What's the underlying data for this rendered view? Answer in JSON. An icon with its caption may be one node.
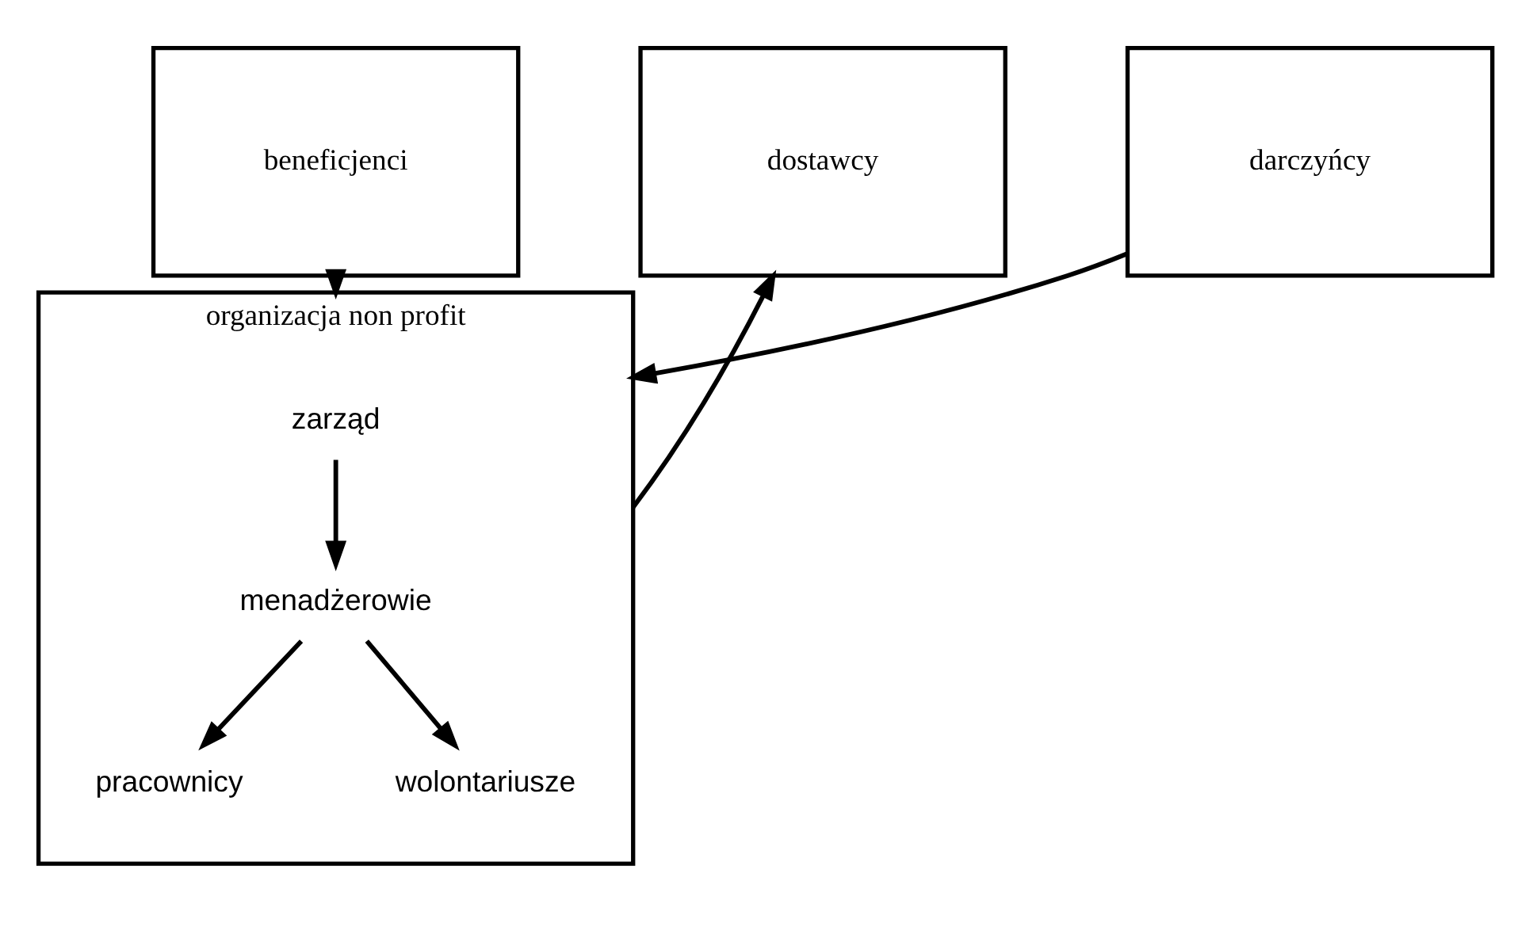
{
  "diagram": {
    "nodes": [
      {
        "text": [
          "beneficjenci"
        ]
      },
      {
        "text": [
          "darczyńcy"
        ]
      },
      {
        "text": [
          "organizacja non profit"
        ]
      },
      {
        "text": [
          "zarząd"
        ],
        "in": 2
      },
      {
        "text": [
          "menadżerowie"
        ],
        "in": 2
      },
      {
        "text": [
          "pracownicy"
        ],
        "in": 2
      },
      {
        "text": [
          "wolontariusze"
        ],
        "in": 2
      },
      {
        "text": [
          "dostawcy"
        ]
      }
    ],
    "edges": [
      {
        "from": 0,
        "to": 2,
        "arrow": "to"
      },
      {
        "from": 1,
        "to": 2,
        "arrow": "to"
      },
      {
        "from": 2,
        "to": 7,
        "arrow": "to"
      },
      {
        "from": 3,
        "to": 4,
        "arrow": "to"
      },
      {
        "from": 4,
        "to": 5,
        "arrow": "to"
      },
      {
        "from": 4,
        "to": 6,
        "arrow": "to"
      }
    ]
  }
}
